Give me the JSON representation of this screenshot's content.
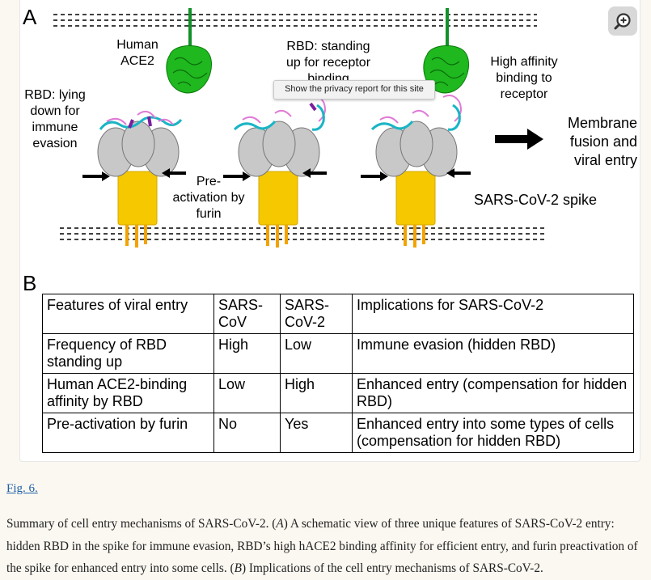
{
  "figure": {
    "panel_a": {
      "letter": "A",
      "label_human_ace2": [
        "Human",
        "ACE2"
      ],
      "label_rbd_lying": [
        "RBD: lying",
        "down for",
        "immune",
        "evasion"
      ],
      "label_rbd_standing": [
        "RBD: standing",
        "up for receptor",
        "binding"
      ],
      "label_high_affinity": [
        "High affinity",
        "binding to",
        "receptor"
      ],
      "label_membrane": [
        "Membrane",
        "fusion and",
        "viral entry"
      ],
      "label_preactivation": [
        "Pre-",
        "activation by",
        "furin"
      ],
      "label_spike": "SARS-CoV-2 spike"
    },
    "panel_b": {
      "letter": "B",
      "table": {
        "header": [
          "Features of viral entry",
          "SARS-CoV",
          "SARS-CoV-2",
          "Implications for SARS-CoV-2"
        ],
        "rows": [
          [
            "Frequency of RBD standing up",
            "High",
            "Low",
            "Immune evasion (hidden RBD)"
          ],
          [
            "Human ACE2-binding affinity by RBD",
            "Low",
            "High",
            "Enhanced entry (compensation for hidden RBD)"
          ],
          [
            "Pre-activation by furin",
            "No",
            "Yes",
            "Enhanced entry into some types of cells (compensation for hidden RBD)"
          ]
        ]
      }
    },
    "tooltip": "Show the privacy report for this site",
    "zoom_icon": "zoom-in-icon"
  },
  "figure_link": "Fig. 6.",
  "caption": {
    "p1": "Summary of cell entry mechanisms of SARS-CoV-2. (",
    "a": "A",
    "p2": ") A schematic view of three unique features of SARS-CoV-2 entry: hidden RBD in the spike for immune evasion, RBD’s high hACE2 binding affinity for efficient entry, and furin preactivation of the spike for enhanced entry into some cells. (",
    "b": "B",
    "p3": ") Implications of the cell entry mechanisms of SARS-CoV-2."
  },
  "colors": {
    "ace2_green": "#1fb81f",
    "ace2_stalk": "#12912a",
    "spike_yellow": "#f5c800",
    "spike_head_grey": "#c8c8c8",
    "rbd_pink": "#e07ad6",
    "rbd_cyan": "#1ab5c5",
    "rbd_purple": "#7a1fa0",
    "link_blue": "#1d5fa8"
  }
}
